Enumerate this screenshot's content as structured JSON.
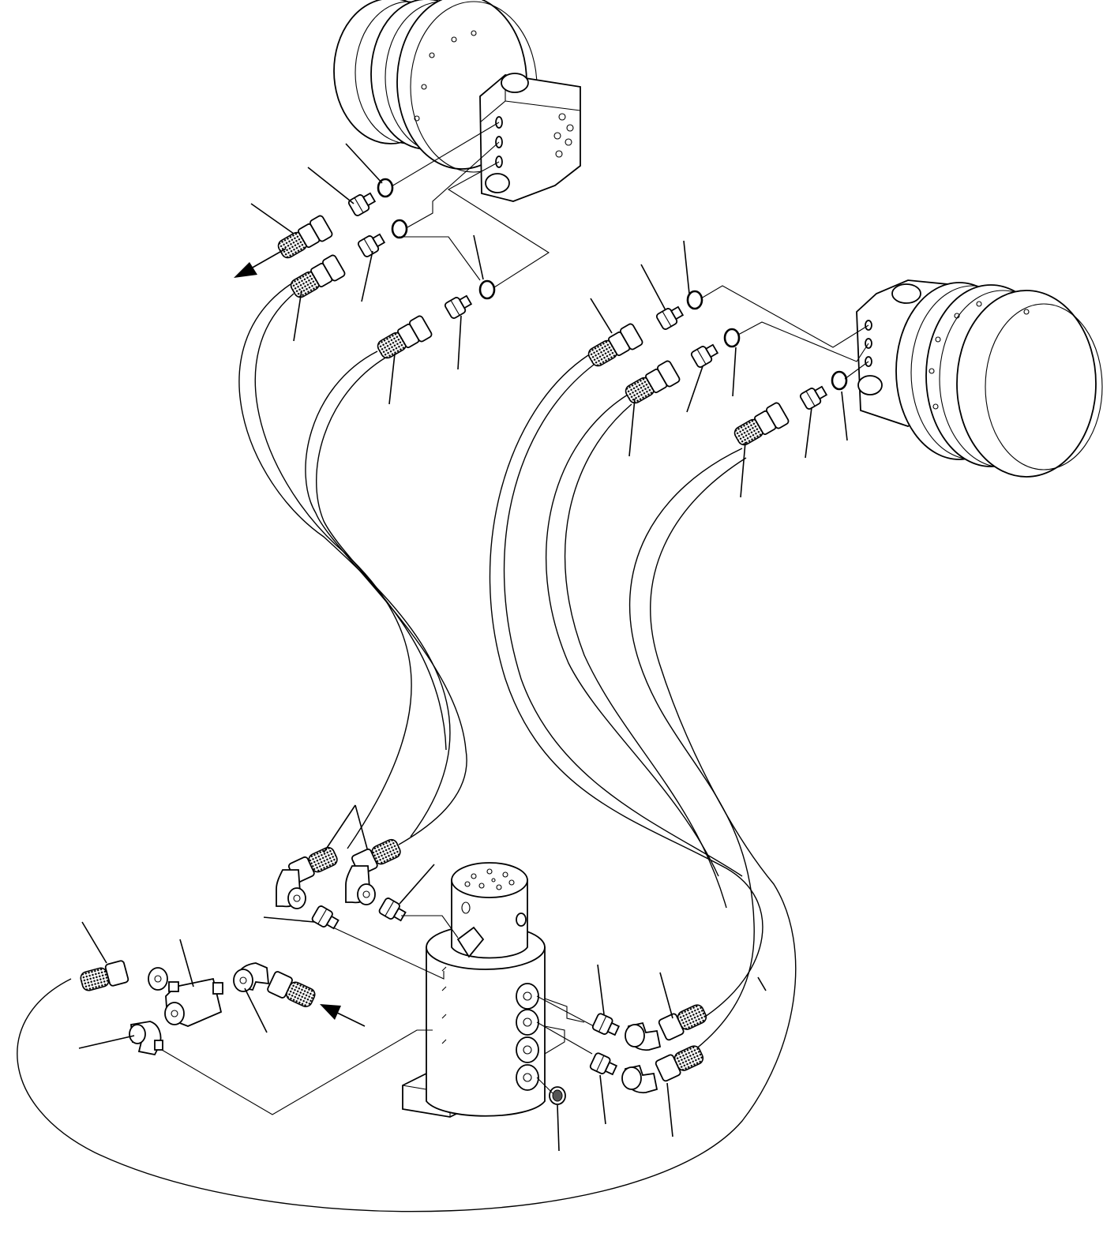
{
  "diagram": {
    "components": [
      "travel-motor-left",
      "travel-motor-right",
      "swivel-joint",
      "hose",
      "adapter",
      "o-ring",
      "elbow",
      "tee",
      "plug"
    ],
    "flow_arrows": [
      "arrow-out",
      "arrow-in"
    ],
    "colors": {
      "line": "#000000",
      "background": "#ffffff",
      "hose_fill": "#777777"
    }
  }
}
